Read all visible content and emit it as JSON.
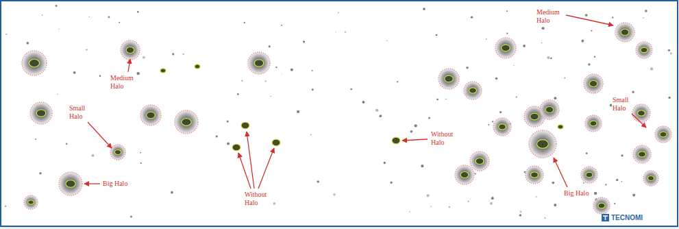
{
  "diagram": {
    "labels": [
      "Medium Halo",
      "Small Halo",
      "Big Halo",
      "Without Halo",
      "Without Halo",
      "Medium Halo",
      "Small Halo",
      "Big Halo",
      "TECNOMI"
    ]
  }
}
